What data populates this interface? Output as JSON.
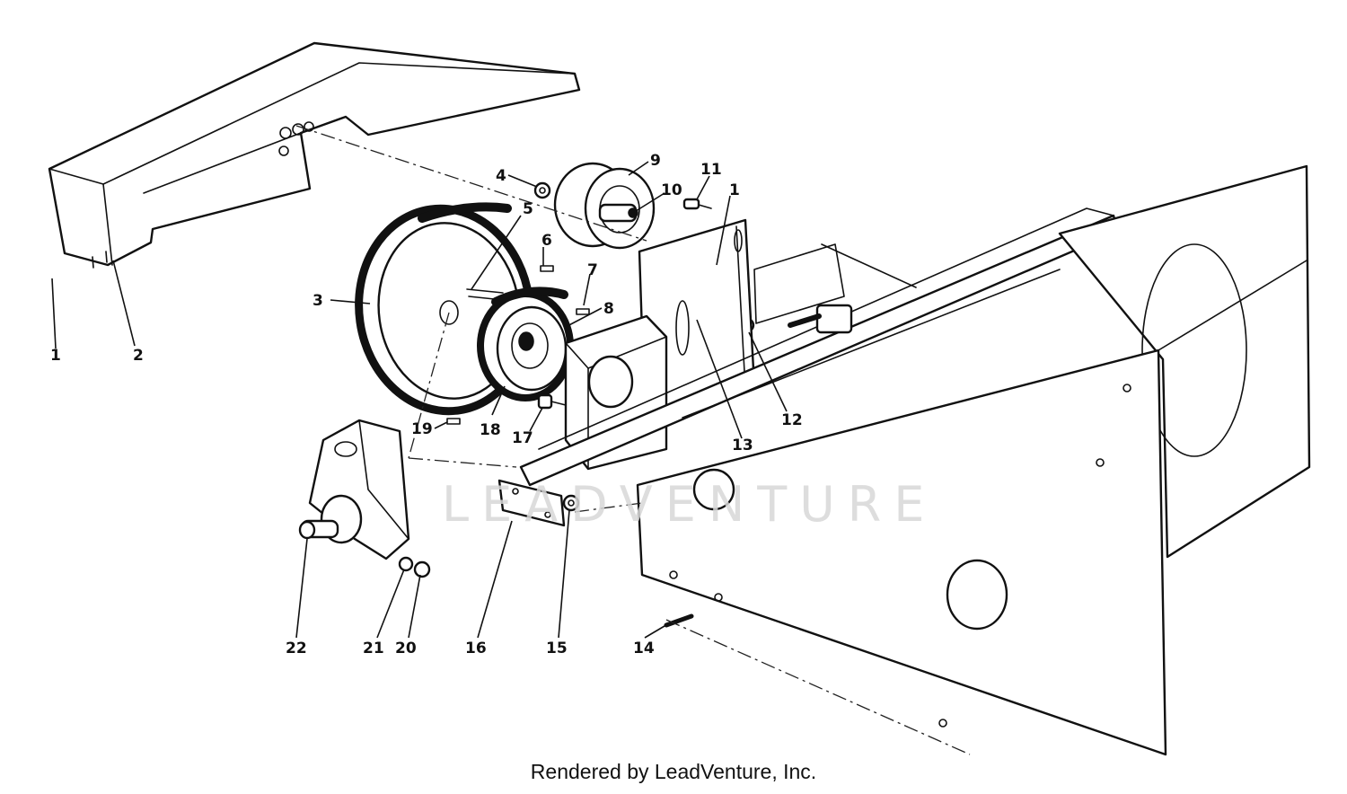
{
  "watermark": "LEADVENTURE",
  "footer": "Rendered by LeadVenture, Inc.",
  "callouts": [
    {
      "id": "c1a",
      "label": "1"
    },
    {
      "id": "c2",
      "label": "2"
    },
    {
      "id": "c3",
      "label": "3"
    },
    {
      "id": "c4",
      "label": "4"
    },
    {
      "id": "c5",
      "label": "5"
    },
    {
      "id": "c6",
      "label": "6"
    },
    {
      "id": "c7",
      "label": "7"
    },
    {
      "id": "c8",
      "label": "8"
    },
    {
      "id": "c9",
      "label": "9"
    },
    {
      "id": "c10",
      "label": "10"
    },
    {
      "id": "c11",
      "label": "11"
    },
    {
      "id": "c1b",
      "label": "1"
    },
    {
      "id": "c12",
      "label": "12"
    },
    {
      "id": "c13",
      "label": "13"
    },
    {
      "id": "c14",
      "label": "14"
    },
    {
      "id": "c15",
      "label": "15"
    },
    {
      "id": "c16",
      "label": "16"
    },
    {
      "id": "c17",
      "label": "17"
    },
    {
      "id": "c18",
      "label": "18"
    },
    {
      "id": "c19",
      "label": "19"
    },
    {
      "id": "c20",
      "label": "20"
    },
    {
      "id": "c21",
      "label": "21"
    },
    {
      "id": "c22",
      "label": "22"
    }
  ]
}
